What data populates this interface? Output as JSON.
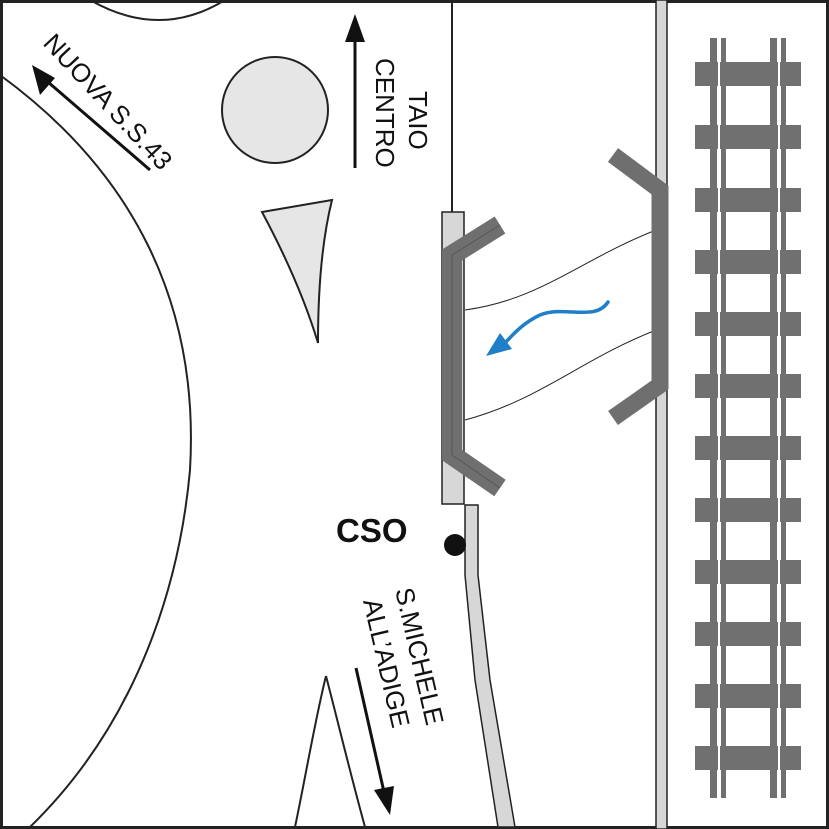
{
  "labels": {
    "nuova_ss43": "NUOVA S.S.43",
    "taio_line1": "TAIO",
    "taio_line2": "CENTRO",
    "cso": "CSO",
    "smichele_line1": "S.MICHELE",
    "smichele_line2": "ALL’ADIGE"
  },
  "icons": {
    "compass": "circle",
    "cso_marker": "filled-dot",
    "flow": "curved-arrow"
  },
  "colors": {
    "outline": "#222222",
    "island_fill": "#e6e6e6",
    "bridge_gray": "#6f6f6f",
    "rail_gray": "#707070",
    "bank_fill": "#d7d7d7",
    "flow_blue": "#1f7fc8"
  }
}
